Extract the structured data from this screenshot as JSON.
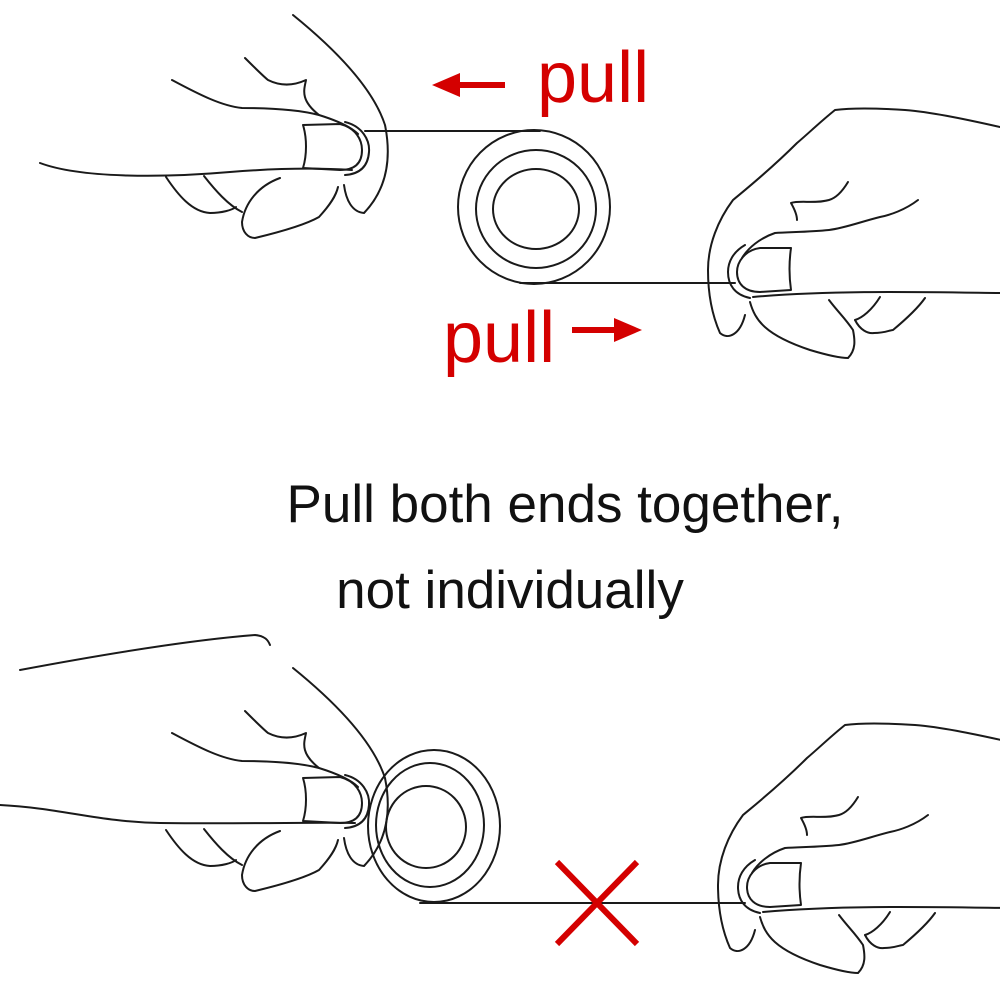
{
  "labels": {
    "pull_left": "pull",
    "pull_right": "pull"
  },
  "caption": {
    "line1": "Pull both ends together,",
    "line2": "not individually"
  },
  "colors": {
    "accent": "#d40000",
    "line": "#1a1a1a"
  },
  "icons": {
    "wrong": "x-mark-icon",
    "arrow_left": "arrow-left-icon",
    "arrow_right": "arrow-right-icon"
  }
}
